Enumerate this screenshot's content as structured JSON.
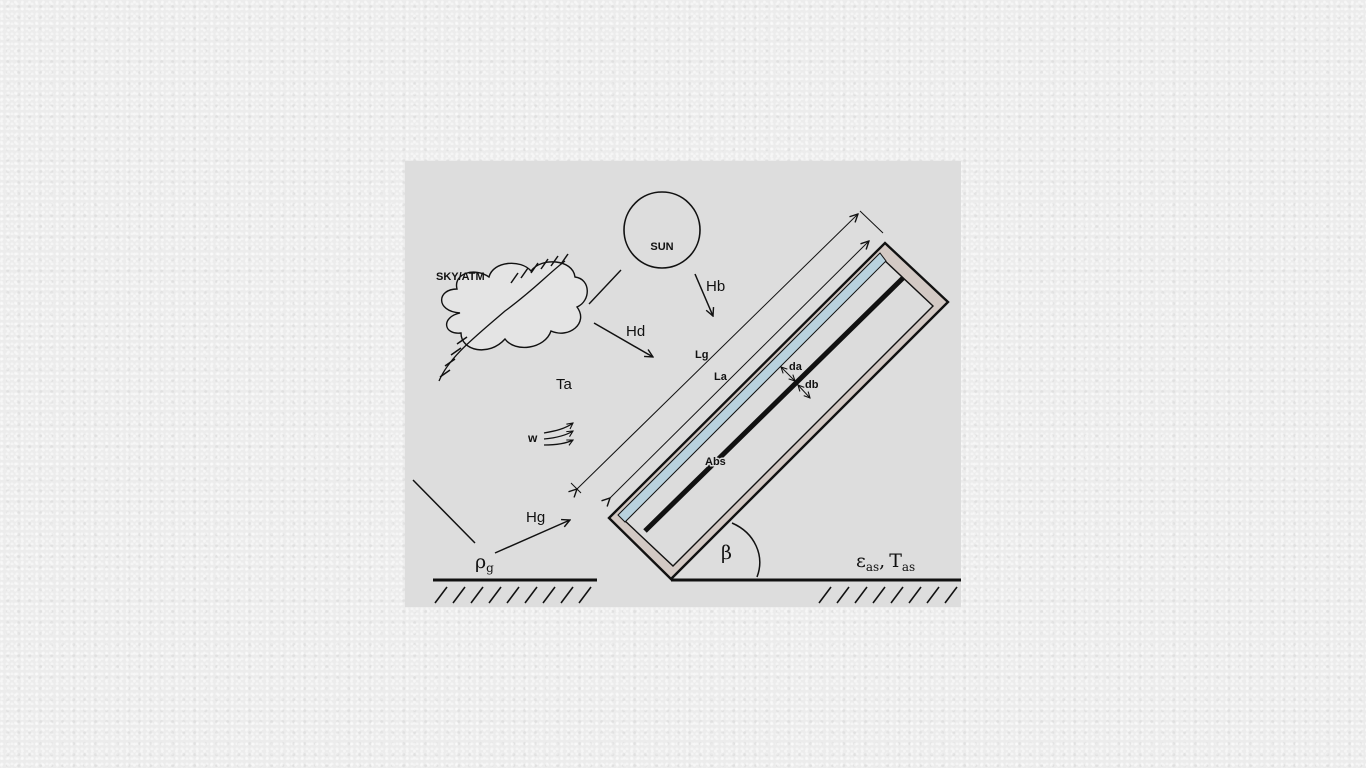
{
  "diagram": {
    "labels": {
      "sun": "SUN",
      "sky": "SKY/ATM",
      "beam": "Hb",
      "diffuse": "Hd",
      "ground_radiation": "Hg",
      "ambient_temp": "Ta",
      "wind": "w",
      "glass_length": "Lg",
      "absorber_length": "La",
      "gap_a": "da",
      "gap_b": "db",
      "absorber": "Abs",
      "tilt_angle": "β",
      "ground_reflectance_symbol": "ρ",
      "ground_reflectance_sub": "g",
      "surround_emissivity_symbol": "ε",
      "surround_emissivity_sub": "as",
      "comma": ",",
      "surround_temp_symbol": "T",
      "surround_temp_sub": "as"
    },
    "colors": {
      "panel": "#dddddd",
      "frame": "#d3c9c4",
      "glass": "#b9d2de",
      "ink": "#111111"
    }
  }
}
